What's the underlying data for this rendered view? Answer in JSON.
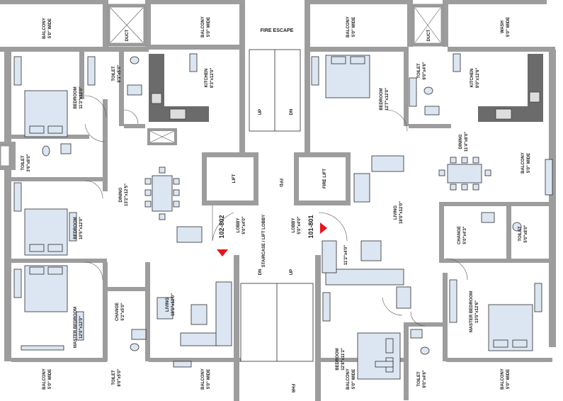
{
  "plan": {
    "units": {
      "left": "102-802",
      "right": "101-801"
    },
    "rooms": {
      "balcony_tl": {
        "name": "BALCONY",
        "size": "5'0\" WIDE"
      },
      "balcony_tc": {
        "name": "BALCONY",
        "size": "5'0\" WIDE"
      },
      "balcony_tr": {
        "name": "BALCONY",
        "size": "5'0\" WIDE"
      },
      "wash_tr": {
        "name": "WASH",
        "size": "5'0\" WIDE"
      },
      "toilet_l_top": {
        "name": "TOILET",
        "size": "9'3\"x5'0\""
      },
      "kitchen_l": {
        "name": "KITCHEN",
        "size": "9'3\"x12'0\""
      },
      "bedroom_l_top": {
        "name": "BEDROOM",
        "size": "11'2\"x12'0\""
      },
      "toilet_l_mid": {
        "name": "TOILET",
        "size": "3'6\"x8'0\""
      },
      "dining_l": {
        "name": "DINING",
        "size": "13'2\"x12'5\""
      },
      "bedroom_l_mid": {
        "name": "BEDROOM",
        "size": "10'5\"x12'0\""
      },
      "master_l": {
        "name": "MASTER BEDROOM",
        "size": "12'0\"x12'0\""
      },
      "change_l": {
        "name": "CHANGE",
        "size": "5'2\"x5'0\""
      },
      "living_l": {
        "name": "LIVING",
        "size": "18'1\"x12'0\""
      },
      "toilet_l_bot": {
        "name": "TOILET",
        "size": "8'0\"x5'0\""
      },
      "balcony_bl1": {
        "name": "BALCONY",
        "size": "5'0\" WIDE"
      },
      "balcony_bl2": {
        "name": "BALCONY",
        "size": "5'0\" WIDE"
      },
      "lift": {
        "name": "LIFT"
      },
      "fire_lift": {
        "name": "FIRE LIFT"
      },
      "fire_escape": {
        "name": "FIRE ESCAPE"
      },
      "staircase": {
        "name": "STAIRCASE / LIFT LOBBY"
      },
      "lobby_l": {
        "name": "LOBBY",
        "size": "5'0\"x4'0\""
      },
      "lobby_r": {
        "name": "LOBBY",
        "size": "5'0\"x4'0\""
      },
      "bedroom_r_top": {
        "name": "BEDROOM",
        "size": "12'7\"x12'0\""
      },
      "toilet_r_top": {
        "name": "TOILET",
        "size": "9'0\"x4'6\""
      },
      "kitchen_r": {
        "name": "KITCHEN",
        "size": "9'0\"x12'6\""
      },
      "dining_r": {
        "name": "DINING",
        "size": "11'4\"x8'0\""
      },
      "balcony_r_mid": {
        "name": "BALCONY",
        "size": "5'0\" WIDE"
      },
      "living_r": {
        "name": "LIVING",
        "size": "18'0\"x12'0\""
      },
      "change_r": {
        "name": "CHANGE",
        "size": "5'0\"x4'3\""
      },
      "toilet_r_mid": {
        "name": "TOILET",
        "size": "5'0\"x8'0\""
      },
      "master_r": {
        "name": "MASTER BEDROOM",
        "size": "13'0\"x12'6\""
      },
      "bedroom_r_bot": {
        "name": "BEDROOM",
        "size": "12'8\"x11'2\""
      },
      "toilet_r_bot": {
        "name": "TOILET",
        "size": "9'0\"x4'6\""
      },
      "balcony_br1": {
        "name": "BALCONY",
        "size": "5'0\" WIDE"
      },
      "balcony_br2": {
        "name": "BALCONY",
        "size": "5'0\" WIDE"
      }
    },
    "misc": {
      "duct": "DUCT",
      "up": "UP",
      "dn": "DN",
      "fhr": "FHR",
      "ffd": "FFD",
      "foyer_r": "11'2\"x4'0\""
    }
  }
}
